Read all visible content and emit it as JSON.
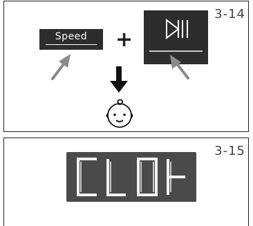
{
  "panel1": {
    "step_label": "3-14",
    "speed_button_label": "Speed",
    "plus": "+",
    "play_pause_icon": "play-pause-icon",
    "baby_icon": "baby-face-icon"
  },
  "panel2": {
    "step_label": "3-15",
    "display_text": "CL0F"
  },
  "colors": {
    "button_bg": "#2d2d2d",
    "lcd_bg": "#4a4a4a",
    "segment": "#f2f2f2",
    "arrow_gray": "#8a8a8a"
  }
}
